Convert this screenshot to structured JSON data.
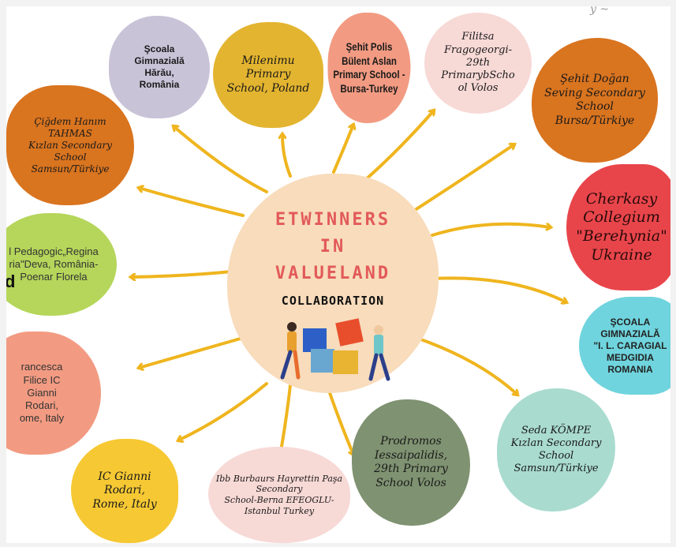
{
  "center": {
    "line1": "ETWINNERS",
    "line2": "IN",
    "line3": "VALUELAND",
    "subtitle": "COLLABORATION",
    "bg_color": "#f8dcbb",
    "title_color": "#e25a5a"
  },
  "partners": [
    {
      "id": "harau",
      "text": "Şcoala\nGimnazială\nHărău,\nRomânia",
      "color": "#c9c3d8"
    },
    {
      "id": "milenium",
      "text": "Milenimu Primary\nSchool, Poland",
      "color": "#e3b42f"
    },
    {
      "id": "bursa-polis",
      "text": "Şehit Polis\nBülent Aslan\nPrimary School -\nBursa-Turkey",
      "color": "#f29b82"
    },
    {
      "id": "volos-filitsa",
      "text": "Filitsa\nFragogeorgi-\n29th\nPrimarybScho\nol Volos",
      "color": "#f7d9d6"
    },
    {
      "id": "bursa-dogan",
      "text": "Şehit Doğan\nSeving Secondary\nSchool\nBursa/Türkiye",
      "color": "#d9741f"
    },
    {
      "id": "cigdem",
      "text": "Çiğdem Hanım TAHMAS\nKızlan Secondary\nSchool\nSamsun/Türkiye",
      "color": "#d9741f"
    },
    {
      "id": "cherkasy",
      "text": "Cherkasy\nCollegium\n\"Berehynia\"\nUkraine",
      "color": "#e8454b"
    },
    {
      "id": "deva",
      "text": "l Pedagogic„Regina\nria\"Deva, România-\nPoenar Florela",
      "color": "#b5d65a"
    },
    {
      "id": "medgidia",
      "text": "ŞCOALA\nGIMNAZIALĂ\n\"I. L. CARAGIAL\nMEDGIDIA\nROMANIA",
      "color": "#6fd4dd"
    },
    {
      "id": "filice",
      "text": "rancesca\nFilice IC\nGianni\nRodari,\nome, Italy",
      "color": "#f29b82"
    },
    {
      "id": "seda",
      "text": "Seda KÖMPE\nKızlan Secondary\nSchool\nSamsun/Türkiye",
      "color": "#a9dbcf"
    },
    {
      "id": "rodari",
      "text": "IC Gianni Rodari,\nRome, Italy",
      "color": "#f6c833"
    },
    {
      "id": "istanbul",
      "text": "Ibb Burbaurs Hayrettin Paşa Secondary\nSchool-Berna EFEOGLU-\nIstanbul Turkey",
      "color": "#f7d9d6"
    },
    {
      "id": "prodromos",
      "text": "Prodromos\nIessaipalidis,\n29th Primary\nSchool Volos",
      "color": "#7f9271"
    }
  ],
  "edge_fragment": "d",
  "top_corner_fragment": "y ~",
  "arrow_color": "#efb51e"
}
